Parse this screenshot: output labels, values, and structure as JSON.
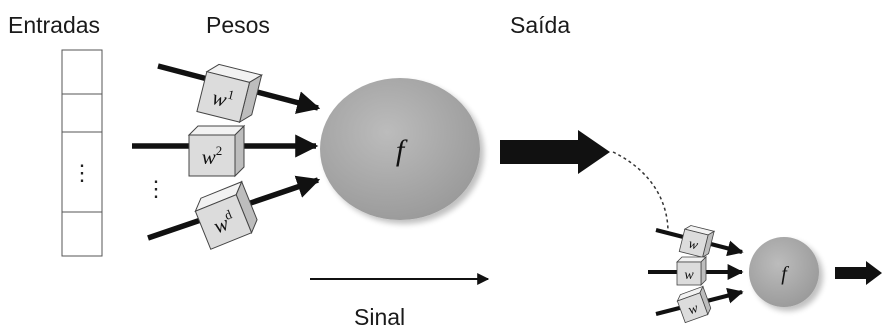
{
  "labels": {
    "inputs": "Entradas",
    "weights": "Pesos",
    "output": "Saída",
    "signal": "Sinal"
  },
  "neuron": {
    "function_symbol": "f"
  },
  "weights": {
    "w1_base": "w",
    "w1_sup": "1",
    "w2_base": "w",
    "w2_sup": "2",
    "wd_base": "w",
    "wd_sup": "d"
  },
  "small_neuron": {
    "function_symbol": "f",
    "weight_label": "w"
  },
  "ellipsis": "⋮",
  "colors": {
    "neuron_fill": "#a9a9a9",
    "cube_front": "#dcdcdc",
    "cube_top": "#f2f2f2",
    "cube_side": "#bdbdbd",
    "arrow": "#111111"
  }
}
